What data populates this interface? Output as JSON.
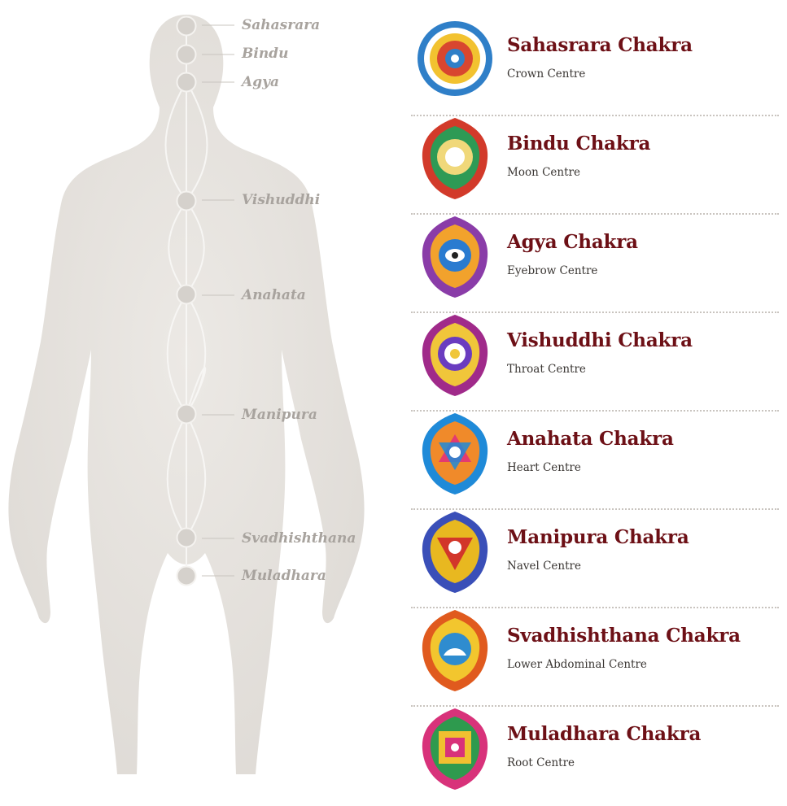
{
  "body_labels": [
    {
      "key": "sahasrara",
      "text": "Sahasrara"
    },
    {
      "key": "bindu",
      "text": "Bindu"
    },
    {
      "key": "agya",
      "text": "Agya"
    },
    {
      "key": "vishuddhi",
      "text": "Vishuddhi"
    },
    {
      "key": "anahata",
      "text": "Anahata"
    },
    {
      "key": "manipura",
      "text": "Manipura"
    },
    {
      "key": "svadhishthana",
      "text": "Svadhishthana"
    },
    {
      "key": "muladhara",
      "text": "Muladhara"
    }
  ],
  "chakras": [
    {
      "title": "Sahasrara Chakra",
      "subtitle": "Crown Centre",
      "icon": "sahasrara-mandala-icon",
      "colors": [
        "#2f7fc8",
        "#f2c230",
        "#d8462f",
        "#ffffff"
      ]
    },
    {
      "title": "Bindu Chakra",
      "subtitle": "Moon Centre",
      "icon": "bindu-mandala-icon",
      "colors": [
        "#d23a2a",
        "#2e9a55",
        "#f0d87a",
        "#ffffff"
      ]
    },
    {
      "title": "Agya Chakra",
      "subtitle": "Eyebrow Centre",
      "icon": "agya-mandala-icon",
      "colors": [
        "#8a3ca8",
        "#f2a22c",
        "#2a7bd0",
        "#ffffff"
      ]
    },
    {
      "title": "Vishuddhi Chakra",
      "subtitle": "Throat Centre",
      "icon": "vishuddhi-mandala-icon",
      "colors": [
        "#a02a8a",
        "#f0c63a",
        "#6a3cc0",
        "#ffffff"
      ]
    },
    {
      "title": "Anahata Chakra",
      "subtitle": "Heart Centre",
      "icon": "anahata-mandala-icon",
      "colors": [
        "#1f8ad8",
        "#f08a2a",
        "#e33a70",
        "#ffffff"
      ]
    },
    {
      "title": "Manipura Chakra",
      "subtitle": "Navel Centre",
      "icon": "manipura-mandala-icon",
      "colors": [
        "#e8b820",
        "#d2362a",
        "#3a4fb8",
        "#ffffff"
      ]
    },
    {
      "title": "Svadhishthana Chakra",
      "subtitle": "Lower Abdominal Centre",
      "icon": "svadhishthana-mandala-icon",
      "colors": [
        "#e05a1e",
        "#f2c62e",
        "#2f8ccf",
        "#ffffff"
      ]
    },
    {
      "title": "Muladhara Chakra",
      "subtitle": "Root Centre",
      "icon": "muladhara-mandala-icon",
      "colors": [
        "#d8327a",
        "#f0c030",
        "#2e9a4e",
        "#ffffff"
      ]
    }
  ],
  "colors": {
    "title": "#6d1016",
    "subtitle": "#3a3633",
    "body_label": "#a8a39e",
    "silhouette": "#e8e5e1",
    "node": "#d5d1cc"
  }
}
